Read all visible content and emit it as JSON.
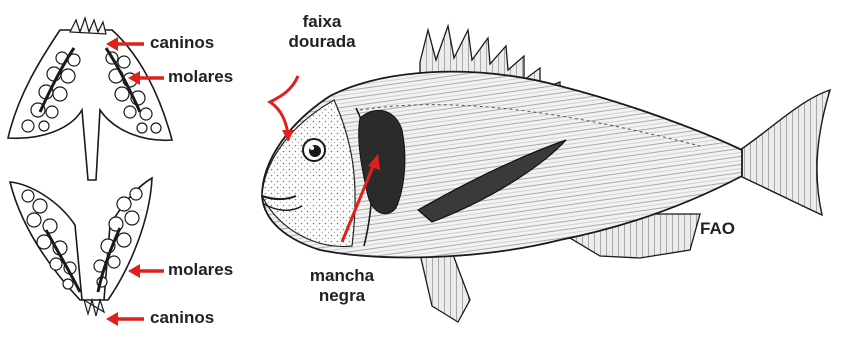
{
  "labels": {
    "upper_canines": "caninos",
    "upper_molars": "molares",
    "lower_molars": "molares",
    "lower_canines": "caninos",
    "golden_band_line1": "faixa",
    "golden_band_line2": "dourada",
    "black_spot_line1": "mancha",
    "black_spot_line2": "negra",
    "credit": "FAO"
  },
  "colors": {
    "arrow": "#e0201b",
    "ink": "#1a1a1a",
    "shade": "#555555",
    "label": "#222222"
  }
}
